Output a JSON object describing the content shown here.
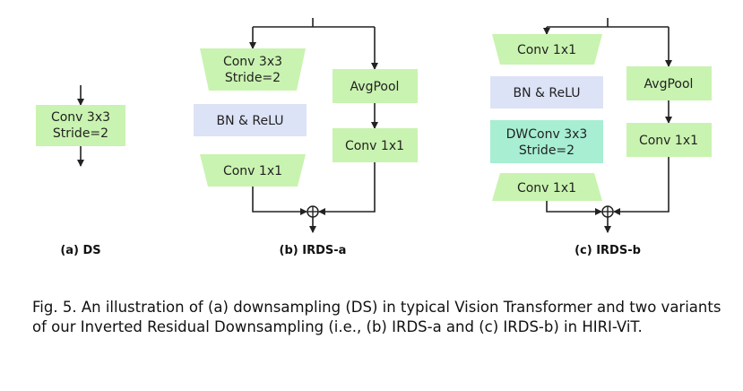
{
  "colors": {
    "conv_green": "#c9f3b0",
    "bn_blue": "#dde3f6",
    "dwconv_teal": "#a7eed3",
    "line": "#222222"
  },
  "panels": {
    "a": {
      "subtitle": "(a) DS",
      "conv": [
        "Conv 3x3",
        "Stride=2"
      ]
    },
    "b": {
      "subtitle": "(b) IRDS-a",
      "conv3x3": [
        "Conv 3x3",
        "Stride=2"
      ],
      "bn": "BN & ReLU",
      "conv1x1": "Conv 1x1",
      "avgpool": "AvgPool",
      "shortcut_conv": "Conv 1x1"
    },
    "c": {
      "subtitle": "(c) IRDS-b",
      "conv1x1_top": "Conv 1x1",
      "bn": "BN & ReLU",
      "dwconv": [
        "DWConv 3x3",
        "Stride=2"
      ],
      "conv1x1_bottom": "Conv 1x1",
      "avgpool": "AvgPool",
      "shortcut_conv": "Conv 1x1"
    }
  },
  "caption": "Fig. 5. An illustration of (a) downsampling (DS) in typical Vision Transformer and two variants of our Inverted Residual Downsampling (i.e., (b) IRDS-a and (c) IRDS-b) in HIRI-ViT."
}
